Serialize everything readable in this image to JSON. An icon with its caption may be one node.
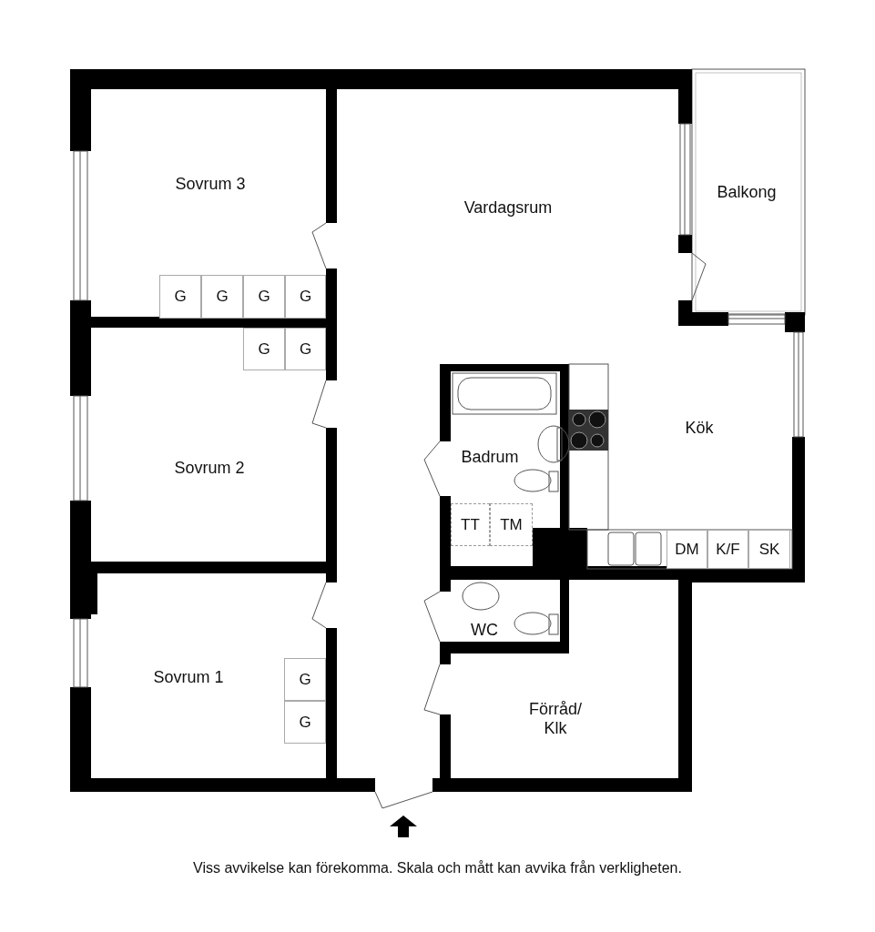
{
  "diagram": {
    "caption": "Viss avvikelse kan förekomma. Skala och mått kan avvika från verkligheten.",
    "nodes": [
      {
        "text": [
          "G"
        ]
      },
      {
        "text": [
          "G"
        ]
      },
      {
        "text": [
          "G"
        ]
      },
      {
        "text": [
          "G"
        ]
      },
      {
        "text": [
          "G"
        ]
      },
      {
        "text": [
          "G"
        ]
      },
      {
        "text": [
          "TT"
        ]
      },
      {
        "text": [
          "TM"
        ]
      },
      {
        "text": [
          "DM"
        ]
      },
      {
        "text": [
          "K/F"
        ]
      },
      {
        "text": [
          "SK"
        ]
      },
      {
        "text": [
          "G"
        ]
      },
      {
        "text": [
          "G"
        ]
      }
    ],
    "labels": [
      "Sovrum 3",
      "Balkong",
      "Vardagsrum",
      "Kök",
      "Badrum",
      "Sovrum 2",
      "WC",
      "Sovrum 1",
      "Förråd/ Klk"
    ]
  }
}
